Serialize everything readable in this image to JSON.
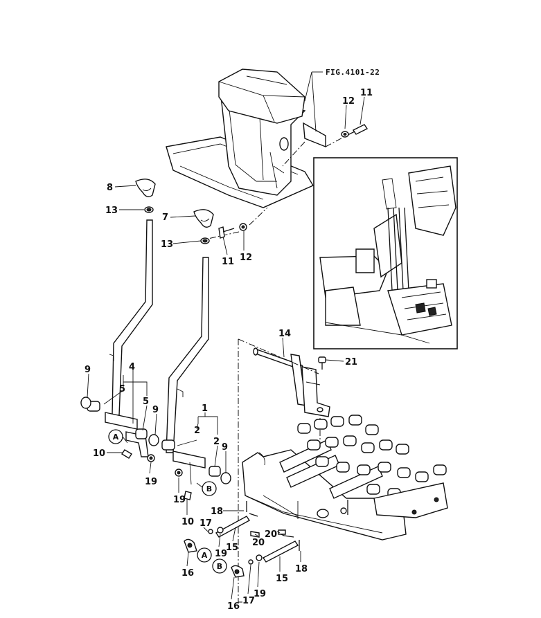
{
  "figure_reference": "FIG.4101-22",
  "callouts": {
    "c1": "1",
    "c2a": "2",
    "c2b": "2",
    "c4": "4",
    "c5a": "5",
    "c5b": "5",
    "c7": "7",
    "c8": "8",
    "c9a": "9",
    "c9b": "9",
    "c9c": "9",
    "c10a": "10",
    "c10b": "10",
    "c11a": "11",
    "c11b": "11",
    "c12a": "12",
    "c12b": "12",
    "c13a": "13",
    "c13b": "13",
    "c14": "14",
    "c15a": "15",
    "c15b": "15",
    "c16a": "16",
    "c16b": "16",
    "c17a": "17",
    "c17b": "17",
    "c18a": "18",
    "c18b": "18",
    "c19a": "19",
    "c19b": "19",
    "c19c": "19",
    "c19d": "19",
    "c20a": "20",
    "c20b": "20",
    "c21": "21"
  },
  "markers": {
    "A1": "A",
    "A2": "A",
    "B1": "B",
    "B2": "B"
  }
}
